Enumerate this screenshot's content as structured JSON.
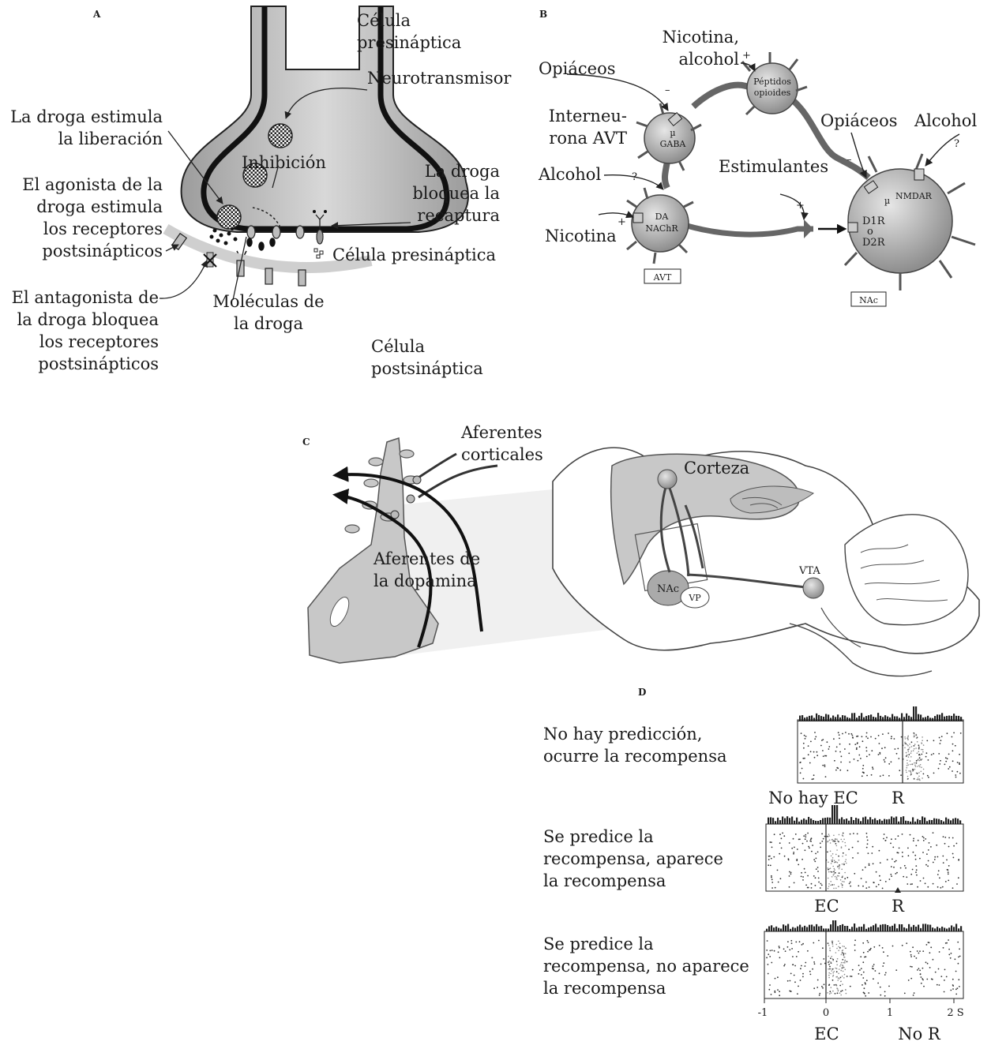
{
  "panels": {
    "a": "A",
    "b": "B",
    "c": "C",
    "d": "D"
  },
  "panel_a": {
    "presynaptic_top": [
      "Célula",
      "presináptica"
    ],
    "neurotransmitter": "Neurotransmisor",
    "stimulates_release": [
      "La droga estimula",
      "la liberación"
    ],
    "inhibition": "Inhibición",
    "agonist": [
      "El agonista de la",
      "droga estimula",
      "los receptores",
      "postsinápticos"
    ],
    "blocks_reuptake": [
      "La droga",
      "bloquea la",
      "recaptura"
    ],
    "presynaptic_right": "Célula presináptica",
    "antagonist": [
      "El antagonista de",
      "la droga bloquea",
      "los receptores",
      "postsinápticos"
    ],
    "drug_molecules": [
      "Moléculas de",
      "la droga"
    ],
    "postsynaptic": [
      "Célula",
      "postsináptica"
    ]
  },
  "panel_b": {
    "opiates_left": "Opiáceos",
    "nicotine_alcohol": [
      "Nicotina,",
      "alcohol"
    ],
    "opioid_peptides": [
      "Péptidos",
      "opioides"
    ],
    "interneuron": [
      "Interneu-",
      "rona AVT"
    ],
    "mu": "µ",
    "gaba": "GABA",
    "opiates_right": "Opiáceos",
    "alcohol_right": "Alcohol",
    "alcohol_left": "Alcohol",
    "stimulants": "Estimulantes",
    "nicotine": "Nicotina",
    "da": "DA",
    "nachr": "NAChR",
    "nmdar": "NMDAR",
    "mu_nac": "µ",
    "d1r": "D1R",
    "o": "o",
    "d2r": "D2R",
    "avt_box": "AVT",
    "nac_box": "NAc",
    "plus": "+",
    "minus": "–",
    "question": "?"
  },
  "panel_c": {
    "cortical_afferents": [
      "Aferentes",
      "corticales"
    ],
    "dopamine_afferents": [
      "Aferentes de",
      "la dopamina"
    ],
    "cortex": "Corteza",
    "vta": "VTA",
    "nac": "NAc",
    "vp": "VP"
  },
  "panel_d": {
    "rows": [
      {
        "description": [
          "No hay predicción,",
          "ocurre la recompensa"
        ],
        "left_marker": "No hay EC",
        "right_marker": "R"
      },
      {
        "description": [
          "Se predice la",
          "recompensa, aparece",
          "la recompensa"
        ],
        "left_marker": "EC",
        "right_marker": "R"
      },
      {
        "description": [
          "Se predice la",
          "recompensa, no aparece",
          "la recompensa"
        ],
        "left_marker": "EC",
        "right_marker": "No R"
      }
    ],
    "axis_ticks": [
      "-1",
      "0",
      "1",
      "2 S"
    ]
  }
}
